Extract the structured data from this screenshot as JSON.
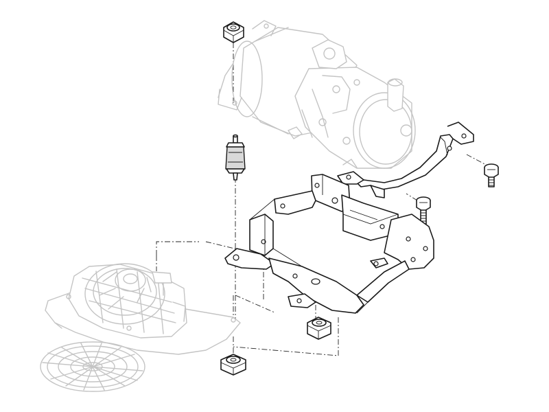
{
  "diagram": {
    "type": "exploded-parts-drawing",
    "parts": [
      {
        "id": "electric-power-steering-pump",
        "rendering": "ghosted"
      },
      {
        "id": "hex-nut",
        "count": 3
      },
      {
        "id": "rubber-mount",
        "count": 1
      },
      {
        "id": "mounting-bracket",
        "count": 1
      },
      {
        "id": "support-strap",
        "count": 1
      },
      {
        "id": "hex-bolt",
        "count": 2
      },
      {
        "id": "cooling-fan",
        "rendering": "ghosted"
      },
      {
        "id": "fan-grille",
        "rendering": "ghosted"
      }
    ],
    "colors": {
      "ink": "#1a1a1a",
      "ghost": "#c4c4c4",
      "background": "#ffffff"
    }
  }
}
